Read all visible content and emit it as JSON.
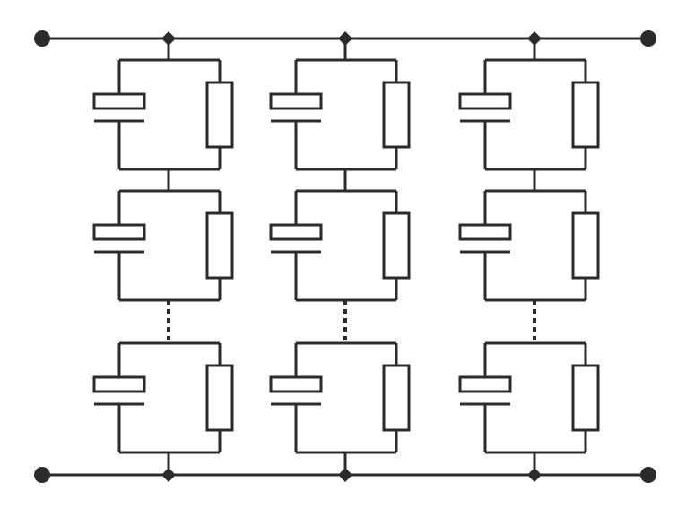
{
  "diagram": {
    "type": "circuit-schematic",
    "colors": {
      "stroke": "#2b2b2b",
      "background": "#ffffff"
    },
    "terminals": {
      "top": {
        "count": 2,
        "shape": "filled-circle"
      },
      "bottom": {
        "count": 2,
        "shape": "filled-circle"
      }
    },
    "branches": [
      {
        "name": "branch-1",
        "cells": [
          {
            "components": [
              "capacitor",
              "resistor"
            ],
            "connection": "parallel"
          },
          {
            "components": [
              "capacitor",
              "resistor"
            ],
            "connection": "parallel"
          },
          {
            "components": [
              "capacitor",
              "resistor"
            ],
            "connection": "parallel"
          }
        ],
        "ellipsis_between": [
          2,
          3
        ]
      },
      {
        "name": "branch-2",
        "cells": [
          {
            "components": [
              "capacitor",
              "resistor"
            ],
            "connection": "parallel"
          },
          {
            "components": [
              "capacitor",
              "resistor"
            ],
            "connection": "parallel"
          },
          {
            "components": [
              "capacitor",
              "resistor"
            ],
            "connection": "parallel"
          }
        ],
        "ellipsis_between": [
          2,
          3
        ]
      },
      {
        "name": "branch-3",
        "cells": [
          {
            "components": [
              "capacitor",
              "resistor"
            ],
            "connection": "parallel"
          },
          {
            "components": [
              "capacitor",
              "resistor"
            ],
            "connection": "parallel"
          },
          {
            "components": [
              "capacitor",
              "resistor"
            ],
            "connection": "parallel"
          }
        ],
        "ellipsis_between": [
          2,
          3
        ]
      }
    ],
    "junction_shape": "diamond"
  }
}
